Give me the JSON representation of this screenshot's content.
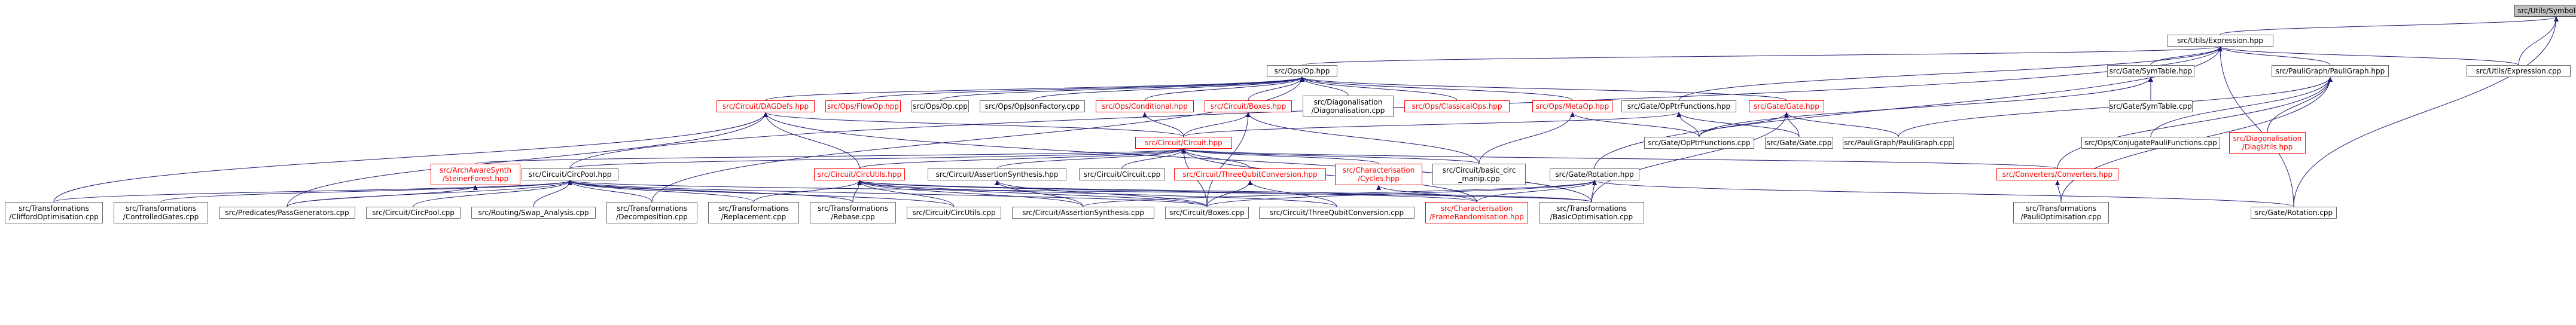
{
  "graph": {
    "edge_color": "#191970",
    "nodes": [
      {
        "id": "symbols",
        "lines": [
          "src/Utils/Symbols.hpp"
        ],
        "style": "root"
      },
      {
        "id": "expression",
        "lines": [
          "src/Utils/Expression.hpp"
        ],
        "style": "normal"
      },
      {
        "id": "op",
        "lines": [
          "src/Ops/Op.hpp"
        ],
        "style": "normal"
      },
      {
        "id": "symtable_hpp",
        "lines": [
          "src/Gate/SymTable.hpp"
        ],
        "style": "normal"
      },
      {
        "id": "pauligraph_hpp",
        "lines": [
          "src/PauliGraph/PauliGraph.hpp"
        ],
        "style": "normal"
      },
      {
        "id": "expression_cpp",
        "lines": [
          "src/Utils/Expression.cpp"
        ],
        "style": "normal"
      },
      {
        "id": "dagdefs",
        "lines": [
          "src/Circuit/DAGDefs.hpp"
        ],
        "style": "red"
      },
      {
        "id": "flowop",
        "lines": [
          "src/Ops/FlowOp.hpp"
        ],
        "style": "red"
      },
      {
        "id": "op_cpp",
        "lines": [
          "src/Ops/Op.cpp"
        ],
        "style": "normal"
      },
      {
        "id": "opjsonfactory",
        "lines": [
          "src/Ops/OpJsonFactory.cpp"
        ],
        "style": "normal"
      },
      {
        "id": "conditional",
        "lines": [
          "src/Ops/Conditional.hpp"
        ],
        "style": "red"
      },
      {
        "id": "boxes_hpp",
        "lines": [
          "src/Circuit/Boxes.hpp"
        ],
        "style": "red"
      },
      {
        "id": "diag_cpp",
        "lines": [
          "src/Diagonalisation",
          "/Diagonalisation.cpp"
        ],
        "style": "normal"
      },
      {
        "id": "classicalops",
        "lines": [
          "src/Ops/ClassicalOps.hpp"
        ],
        "style": "red"
      },
      {
        "id": "metaop",
        "lines": [
          "src/Ops/MetaOp.hpp"
        ],
        "style": "red"
      },
      {
        "id": "opptrfunctions_hpp",
        "lines": [
          "src/Gate/OpPtrFunctions.hpp"
        ],
        "style": "normal"
      },
      {
        "id": "gate_hpp",
        "lines": [
          "src/Gate/Gate.hpp"
        ],
        "style": "red"
      },
      {
        "id": "symtable_cpp",
        "lines": [
          "src/Gate/SymTable.cpp"
        ],
        "style": "normal"
      },
      {
        "id": "conjugatepauli",
        "lines": [
          "src/Ops/ConjugatePauliFunctions.cpp"
        ],
        "style": "normal"
      },
      {
        "id": "diagutils",
        "lines": [
          "src/Diagonalisation",
          "/DiagUtils.hpp"
        ],
        "style": "red"
      },
      {
        "id": "circuit_hpp",
        "lines": [
          "src/Circuit/Circuit.hpp"
        ],
        "style": "red"
      },
      {
        "id": "opptrfunctions_cpp",
        "lines": [
          "src/Gate/OpPtrFunctions.cpp"
        ],
        "style": "normal"
      },
      {
        "id": "gate_cpp",
        "lines": [
          "src/Gate/Gate.cpp"
        ],
        "style": "normal"
      },
      {
        "id": "pauligraph_cpp",
        "lines": [
          "src/PauliGraph/PauliGraph.cpp"
        ],
        "style": "normal"
      },
      {
        "id": "archaware",
        "lines": [
          "src/ArchAwareSynth",
          "/SteinerForest.hpp"
        ],
        "style": "red"
      },
      {
        "id": "circpool_hpp",
        "lines": [
          "src/Circuit/CircPool.hpp"
        ],
        "style": "normal"
      },
      {
        "id": "circutils_hpp",
        "lines": [
          "src/Circuit/CircUtils.hpp"
        ],
        "style": "red"
      },
      {
        "id": "assertsynth_hpp",
        "lines": [
          "src/Circuit/AssertionSynthesis.hpp"
        ],
        "style": "normal"
      },
      {
        "id": "circuit_cpp",
        "lines": [
          "src/Circuit/Circuit.cpp"
        ],
        "style": "normal"
      },
      {
        "id": "threequbit_hpp",
        "lines": [
          "src/Circuit/ThreeQubitConversion.hpp"
        ],
        "style": "red"
      },
      {
        "id": "cycles_hpp",
        "lines": [
          "src/Characterisation",
          "/Cycles.hpp"
        ],
        "style": "red"
      },
      {
        "id": "basic_circ",
        "lines": [
          "src/Circuit/basic_circ",
          "_manip.cpp"
        ],
        "style": "normal"
      },
      {
        "id": "rotation_hpp",
        "lines": [
          "src/Gate/Rotation.hpp"
        ],
        "style": "normal"
      },
      {
        "id": "converters_hpp",
        "lines": [
          "src/Converters/Converters.hpp"
        ],
        "style": "red"
      },
      {
        "id": "clifford_opt",
        "lines": [
          "src/Transformations",
          "/CliffordOptimisation.cpp"
        ],
        "style": "normal"
      },
      {
        "id": "controlledgates",
        "lines": [
          "src/Transformations",
          "/ControlledGates.cpp"
        ],
        "style": "normal"
      },
      {
        "id": "passgenerators",
        "lines": [
          "src/Predicates/PassGenerators.cpp"
        ],
        "style": "normal"
      },
      {
        "id": "circpool_cpp",
        "lines": [
          "src/Circuit/CircPool.cpp"
        ],
        "style": "normal"
      },
      {
        "id": "swap_analysis",
        "lines": [
          "src/Routing/Swap_Analysis.cpp"
        ],
        "style": "normal"
      },
      {
        "id": "decomposition",
        "lines": [
          "src/Transformations",
          "/Decomposition.cpp"
        ],
        "style": "normal"
      },
      {
        "id": "replacement",
        "lines": [
          "src/Transformations",
          "/Replacement.cpp"
        ],
        "style": "normal"
      },
      {
        "id": "rebase",
        "lines": [
          "src/Transformations",
          "/Rebase.cpp"
        ],
        "style": "normal"
      },
      {
        "id": "circutils_cpp",
        "lines": [
          "src/Circuit/CircUtils.cpp"
        ],
        "style": "normal"
      },
      {
        "id": "assertsynth_cpp",
        "lines": [
          "src/Circuit/AssertionSynthesis.cpp"
        ],
        "style": "normal"
      },
      {
        "id": "boxes_cpp",
        "lines": [
          "src/Circuit/Boxes.cpp"
        ],
        "style": "normal"
      },
      {
        "id": "threequbit_cpp",
        "lines": [
          "src/Circuit/ThreeQubitConversion.cpp"
        ],
        "style": "normal"
      },
      {
        "id": "framerand",
        "lines": [
          "src/Characterisation",
          "/FrameRandomisation.hpp"
        ],
        "style": "red"
      },
      {
        "id": "basic_opt",
        "lines": [
          "src/Transformations",
          "/BasicOptimisation.cpp"
        ],
        "style": "normal"
      },
      {
        "id": "pauli_opt",
        "lines": [
          "src/Transformations",
          "/PauliOptimisation.cpp"
        ],
        "style": "normal"
      },
      {
        "id": "rotation_cpp",
        "lines": [
          "src/Gate/Rotation.cpp"
        ],
        "style": "normal"
      }
    ],
    "edges": [
      [
        "symbols",
        "expression"
      ],
      [
        "symbols",
        "expression_cpp"
      ],
      [
        "symbols",
        "rotation_cpp"
      ],
      [
        "expression",
        "op"
      ],
      [
        "expression",
        "symtable_hpp"
      ],
      [
        "expression",
        "pauligraph_hpp"
      ],
      [
        "expression",
        "expression_cpp"
      ],
      [
        "expression",
        "opptrfunctions_hpp"
      ],
      [
        "expression",
        "rotation_hpp"
      ],
      [
        "expression",
        "circpool_hpp"
      ],
      [
        "expression",
        "rotation_cpp"
      ],
      [
        "op",
        "dagdefs"
      ],
      [
        "op",
        "flowop"
      ],
      [
        "op",
        "op_cpp"
      ],
      [
        "op",
        "opjsonfactory"
      ],
      [
        "op",
        "conditional"
      ],
      [
        "op",
        "boxes_hpp"
      ],
      [
        "op",
        "diag_cpp"
      ],
      [
        "op",
        "classicalops"
      ],
      [
        "op",
        "metaop"
      ],
      [
        "op",
        "gate_hpp"
      ],
      [
        "op",
        "decomposition"
      ],
      [
        "symtable_hpp",
        "symtable_cpp"
      ],
      [
        "symtable_hpp",
        "opptrfunctions_cpp"
      ],
      [
        "pauligraph_hpp",
        "conjugatepauli"
      ],
      [
        "pauligraph_hpp",
        "diagutils"
      ],
      [
        "pauligraph_hpp",
        "pauligraph_cpp"
      ],
      [
        "pauligraph_hpp",
        "converters_hpp"
      ],
      [
        "pauligraph_hpp",
        "pauli_opt"
      ],
      [
        "dagdefs",
        "circuit_hpp"
      ],
      [
        "dagdefs",
        "circutils_hpp"
      ],
      [
        "dagdefs",
        "clifford_opt"
      ],
      [
        "dagdefs",
        "passgenerators"
      ],
      [
        "dagdefs",
        "basic_opt"
      ],
      [
        "conditional",
        "circuit_hpp"
      ],
      [
        "boxes_hpp",
        "circuit_hpp"
      ],
      [
        "boxes_hpp",
        "boxes_cpp"
      ],
      [
        "boxes_hpp",
        "basic_circ"
      ],
      [
        "metaop",
        "opptrfunctions_cpp"
      ],
      [
        "metaop",
        "basic_circ"
      ],
      [
        "opptrfunctions_hpp",
        "circuit_hpp"
      ],
      [
        "opptrfunctions_hpp",
        "opptrfunctions_cpp"
      ],
      [
        "opptrfunctions_hpp",
        "gate_cpp"
      ],
      [
        "gate_hpp",
        "opptrfunctions_cpp"
      ],
      [
        "gate_hpp",
        "gate_cpp"
      ],
      [
        "gate_hpp",
        "pauligraph_cpp"
      ],
      [
        "gate_hpp",
        "basic_opt"
      ],
      [
        "circuit_hpp",
        "archaware"
      ],
      [
        "circuit_hpp",
        "circpool_hpp"
      ],
      [
        "circuit_hpp",
        "circutils_hpp"
      ],
      [
        "circuit_hpp",
        "assertsynth_hpp"
      ],
      [
        "circuit_hpp",
        "circuit_cpp"
      ],
      [
        "circuit_hpp",
        "threequbit_hpp"
      ],
      [
        "circuit_hpp",
        "cycles_hpp"
      ],
      [
        "circuit_hpp",
        "basic_circ"
      ],
      [
        "circuit_hpp",
        "converters_hpp"
      ],
      [
        "circuit_hpp",
        "boxes_cpp"
      ],
      [
        "circuit_hpp",
        "framerand"
      ],
      [
        "archaware",
        "passgenerators"
      ],
      [
        "circpool_hpp",
        "clifford_opt"
      ],
      [
        "circpool_hpp",
        "controlledgates"
      ],
      [
        "circpool_hpp",
        "passgenerators"
      ],
      [
        "circpool_hpp",
        "circpool_cpp"
      ],
      [
        "circpool_hpp",
        "swap_analysis"
      ],
      [
        "circpool_hpp",
        "decomposition"
      ],
      [
        "circpool_hpp",
        "replacement"
      ],
      [
        "circpool_hpp",
        "rebase"
      ],
      [
        "circpool_hpp",
        "circutils_cpp"
      ],
      [
        "circpool_hpp",
        "boxes_cpp"
      ],
      [
        "circpool_hpp",
        "basic_opt"
      ],
      [
        "circutils_hpp",
        "replacement"
      ],
      [
        "circutils_hpp",
        "rebase"
      ],
      [
        "circutils_hpp",
        "circutils_cpp"
      ],
      [
        "circutils_hpp",
        "assertsynth_cpp"
      ],
      [
        "circutils_hpp",
        "boxes_cpp"
      ],
      [
        "circutils_hpp",
        "threequbit_cpp"
      ],
      [
        "circutils_hpp",
        "framerand"
      ],
      [
        "circutils_hpp",
        "basic_opt"
      ],
      [
        "assertsynth_hpp",
        "assertsynth_cpp"
      ],
      [
        "assertsynth_hpp",
        "boxes_cpp"
      ],
      [
        "threequbit_hpp",
        "boxes_cpp"
      ],
      [
        "threequbit_hpp",
        "threequbit_cpp"
      ],
      [
        "cycles_hpp",
        "framerand"
      ],
      [
        "rotation_hpp",
        "boxes_cpp"
      ],
      [
        "rotation_hpp",
        "assertsynth_cpp"
      ],
      [
        "rotation_hpp",
        "framerand"
      ],
      [
        "rotation_hpp",
        "basic_opt"
      ],
      [
        "rotation_hpp",
        "rotation_cpp"
      ],
      [
        "converters_hpp",
        "pauli_opt"
      ]
    ]
  }
}
